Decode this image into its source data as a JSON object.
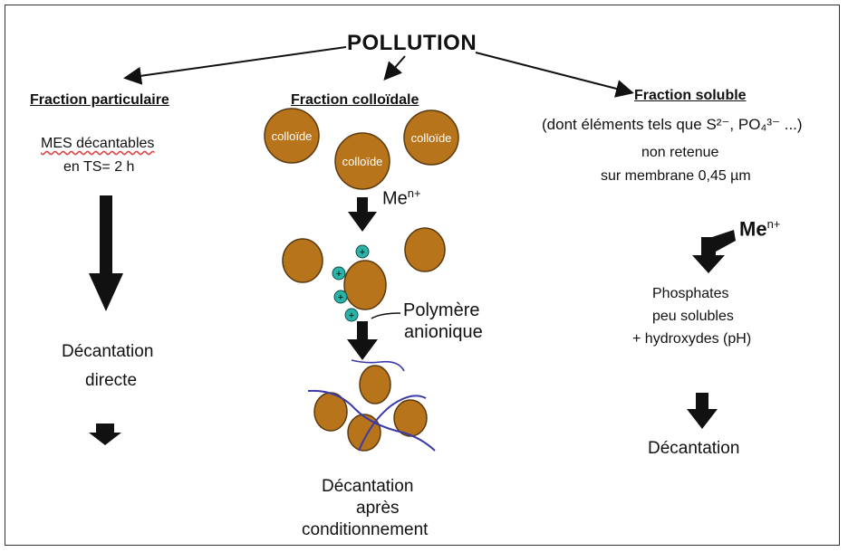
{
  "title": "POLLUTION",
  "columns": {
    "particulaire": {
      "heading": "Fraction particulaire",
      "line1": "MES décantables",
      "line2": "en TS= 2 h",
      "result_line1": "Décantation",
      "result_line2": "directe"
    },
    "colloidale": {
      "heading": "Fraction colloïdale",
      "colloid_label": "colloïde",
      "reagent1_base": "Me",
      "reagent1_sup": "n+",
      "charge_symbol": "+",
      "reagent2_line1": "Polymère",
      "reagent2_line2": "anionique",
      "result_line1": "Décantation",
      "result_line2": "après",
      "result_line3": "conditionnement"
    },
    "soluble": {
      "heading": "Fraction soluble",
      "desc_line1": "(dont éléments tels que S²⁻, PO₄³⁻ ...)",
      "desc_line2": "non retenue",
      "desc_line3": "sur membrane 0,45 µm",
      "reagent_base": "Me",
      "reagent_sup": "n+",
      "product_line1": "Phosphates",
      "product_line2": "peu solubles",
      "product_line3": "+ hydroxydes (pH)",
      "result": "Décantation"
    }
  },
  "colors": {
    "colloid_fill": "#b8741a",
    "colloid_stroke": "#5a3a10",
    "charge_fill": "#2bb3a8",
    "polymer_line": "#3a3aa8",
    "arrow": "#111111"
  }
}
